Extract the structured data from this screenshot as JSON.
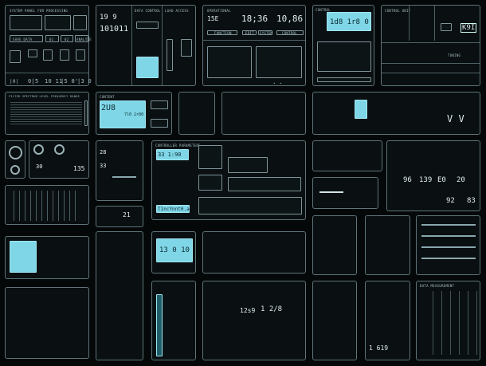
{
  "colors": {
    "background": "#050809",
    "panel_border": "#5d7479",
    "lcd": "#7fd6e6",
    "text": "#b9cdd2"
  },
  "panels": {
    "a": {
      "title": "SYSTEM PANEL FOR PROCESSING",
      "buttons": [
        "SAVE DATA",
        "01",
        "02",
        "ANALYZE"
      ],
      "readouts": [
        "|0|",
        "0|5",
        "10 11",
        "|5 0'",
        "|3 0"
      ]
    },
    "b": {
      "big1": "19 9",
      "big2": "101011",
      "title": "DATA CONTROL",
      "lcd_label": "LOAD ACCESS"
    },
    "c": {
      "title": "OPERATIONAL",
      "big1": "15E",
      "big2": "18;36",
      "big3": "10,86",
      "buttons": [
        "FUNCTION",
        "EDIT",
        "SYSTEM",
        "CONTROL"
      ]
    },
    "d": {
      "title": "CONTROL",
      "lcd_text": "1d8 1r8 0"
    },
    "e": {
      "title": "CONTROL UNIT",
      "big": "K9I",
      "label": "TUNING"
    },
    "f": {
      "title": "FILTER SPECTRUM LEVEL FREQUENCY RANGE"
    },
    "g": {
      "title": "CONTENT",
      "lcd_big": "2U8",
      "lcd_small": "7l0 2r80"
    },
    "l": {
      "value1": "30",
      "value2": "135"
    },
    "m": {
      "value1": "28",
      "value2": "33"
    },
    "n": {
      "title": "CONTROLLER PARAMETERS",
      "lcd1": "33 1:90",
      "lcd2": "T1ncYnnt0.a",
      "value": "21"
    },
    "p": {
      "values": [
        "96",
        "139",
        "E0",
        "20",
        "92",
        "83"
      ]
    },
    "v": {
      "lcd_big": "13 0  10"
    },
    "ac": {
      "value1": "12s9",
      "value2": "1 2/8"
    },
    "ae": {
      "value": "1 619"
    },
    "af": {
      "title": "DATA MEASUREMENT"
    }
  }
}
